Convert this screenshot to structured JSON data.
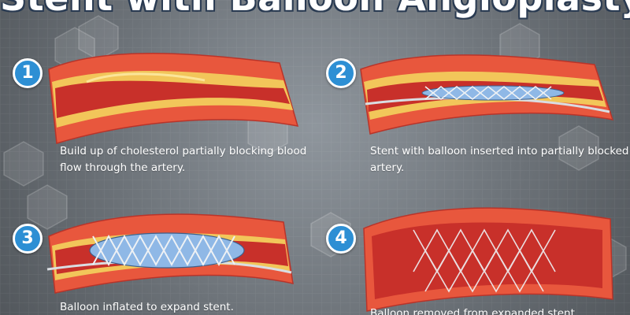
{
  "title": "Stent with Balloon Angioplasty",
  "steps": [
    {
      "number": "1",
      "caption": "Build up of cholesterol partially blocking blood flow through the artery."
    },
    {
      "number": "2",
      "caption": "Stent with balloon inserted into partially blocked artery."
    },
    {
      "number": "3",
      "caption": "Balloon inflated to expand stent."
    },
    {
      "number": "4",
      "caption": "Balloon removed from expanded stent."
    }
  ],
  "colors": {
    "badge": "#2d8fd4",
    "artery_wall": "#e8573d",
    "artery_inner": "#c8302a",
    "plaque": "#f3c74a",
    "balloon": "#8fb8e6",
    "stent": "#e9edf2"
  }
}
